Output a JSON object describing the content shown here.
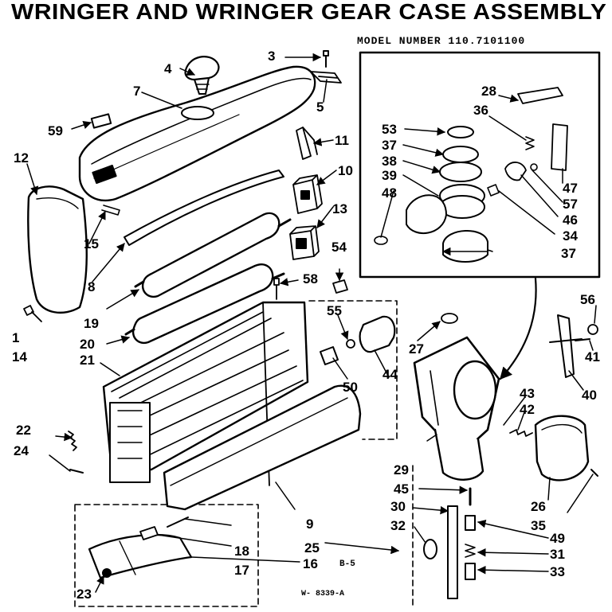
{
  "title": "WRINGER AND WRINGER GEAR CASE ASSEMBLY",
  "model_number": "MODEL NUMBER 110.7101100",
  "page_code": "B-5",
  "drawing_number": "W- 8339-A",
  "labels": {
    "p1": "1",
    "p3": "3",
    "p4": "4",
    "p5": "5",
    "p7": "7",
    "p8": "8",
    "p9": "9",
    "p10": "10",
    "p11": "11",
    "p12": "12",
    "p13": "13",
    "p14": "14",
    "p15": "15",
    "p16": "16",
    "p17": "17",
    "p18": "18",
    "p19": "19",
    "p20": "20",
    "p21": "21",
    "p22": "22",
    "p23": "23",
    "p24": "24",
    "p25": "25",
    "p26": "26",
    "p27": "27",
    "p28": "28",
    "p29": "29",
    "p30": "30",
    "p31": "31",
    "p32": "32",
    "p33": "33",
    "p34": "34",
    "p35": "35",
    "p36": "36",
    "p37a": "37",
    "p37b": "37",
    "p38": "38",
    "p39": "39",
    "p40": "40",
    "p41": "41",
    "p42": "42",
    "p43": "43",
    "p44": "44",
    "p45": "45",
    "p46": "46",
    "p47": "47",
    "p48": "48",
    "p49": "49",
    "p50": "50",
    "p53": "53",
    "p54": "54",
    "p55": "55",
    "p56": "56",
    "p57": "57",
    "p58": "58",
    "p59": "59"
  }
}
